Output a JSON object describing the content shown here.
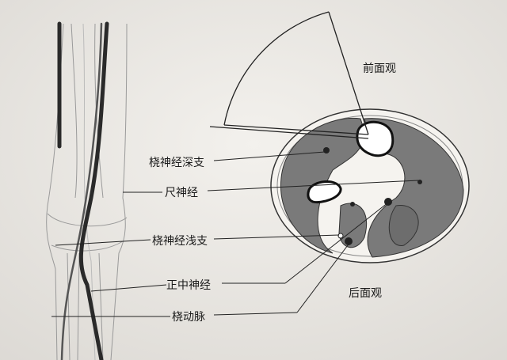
{
  "labels": {
    "anterior_view": "前面观",
    "posterior_view": "后面观",
    "deep_radial_nerve": "桡神经深支",
    "ulnar_nerve": "尺神经",
    "superficial_radial_nerve": "桡神经浅支",
    "median_nerve": "正中神经",
    "radial_artery": "桡动脉"
  },
  "colors": {
    "muscle": "#7a7a7a",
    "line": "#222222",
    "paper": "#efede9"
  }
}
